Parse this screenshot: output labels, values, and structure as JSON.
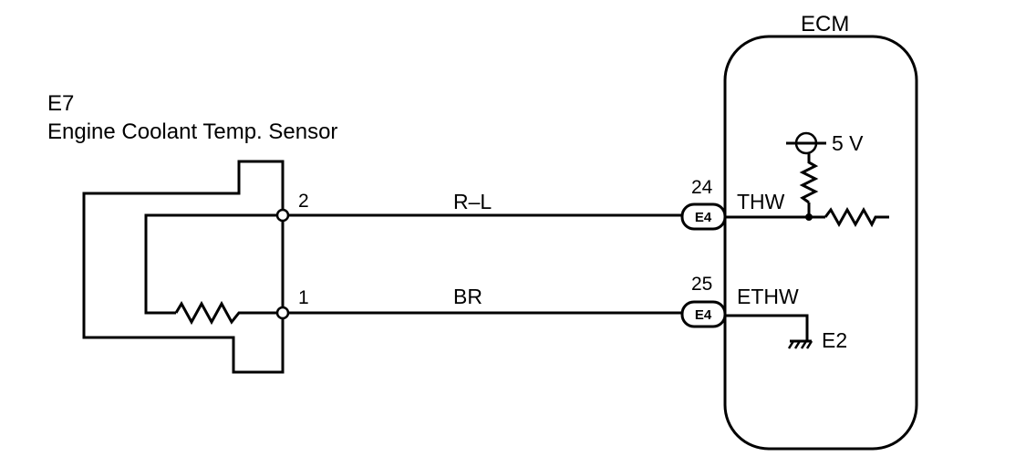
{
  "sensor": {
    "code": "E7",
    "name": "Engine Coolant Temp. Sensor",
    "pins": {
      "top": "2",
      "bottom": "1"
    }
  },
  "wires": {
    "top_color": "R–L",
    "bottom_color": "BR"
  },
  "ecm": {
    "title": "ECM",
    "supply_label": "5 V",
    "connector_top": {
      "pin": "24",
      "code": "E4",
      "signal": "THW"
    },
    "connector_bottom": {
      "pin": "25",
      "code": "E4",
      "signal": "ETHW"
    },
    "ground_label": "E2"
  }
}
